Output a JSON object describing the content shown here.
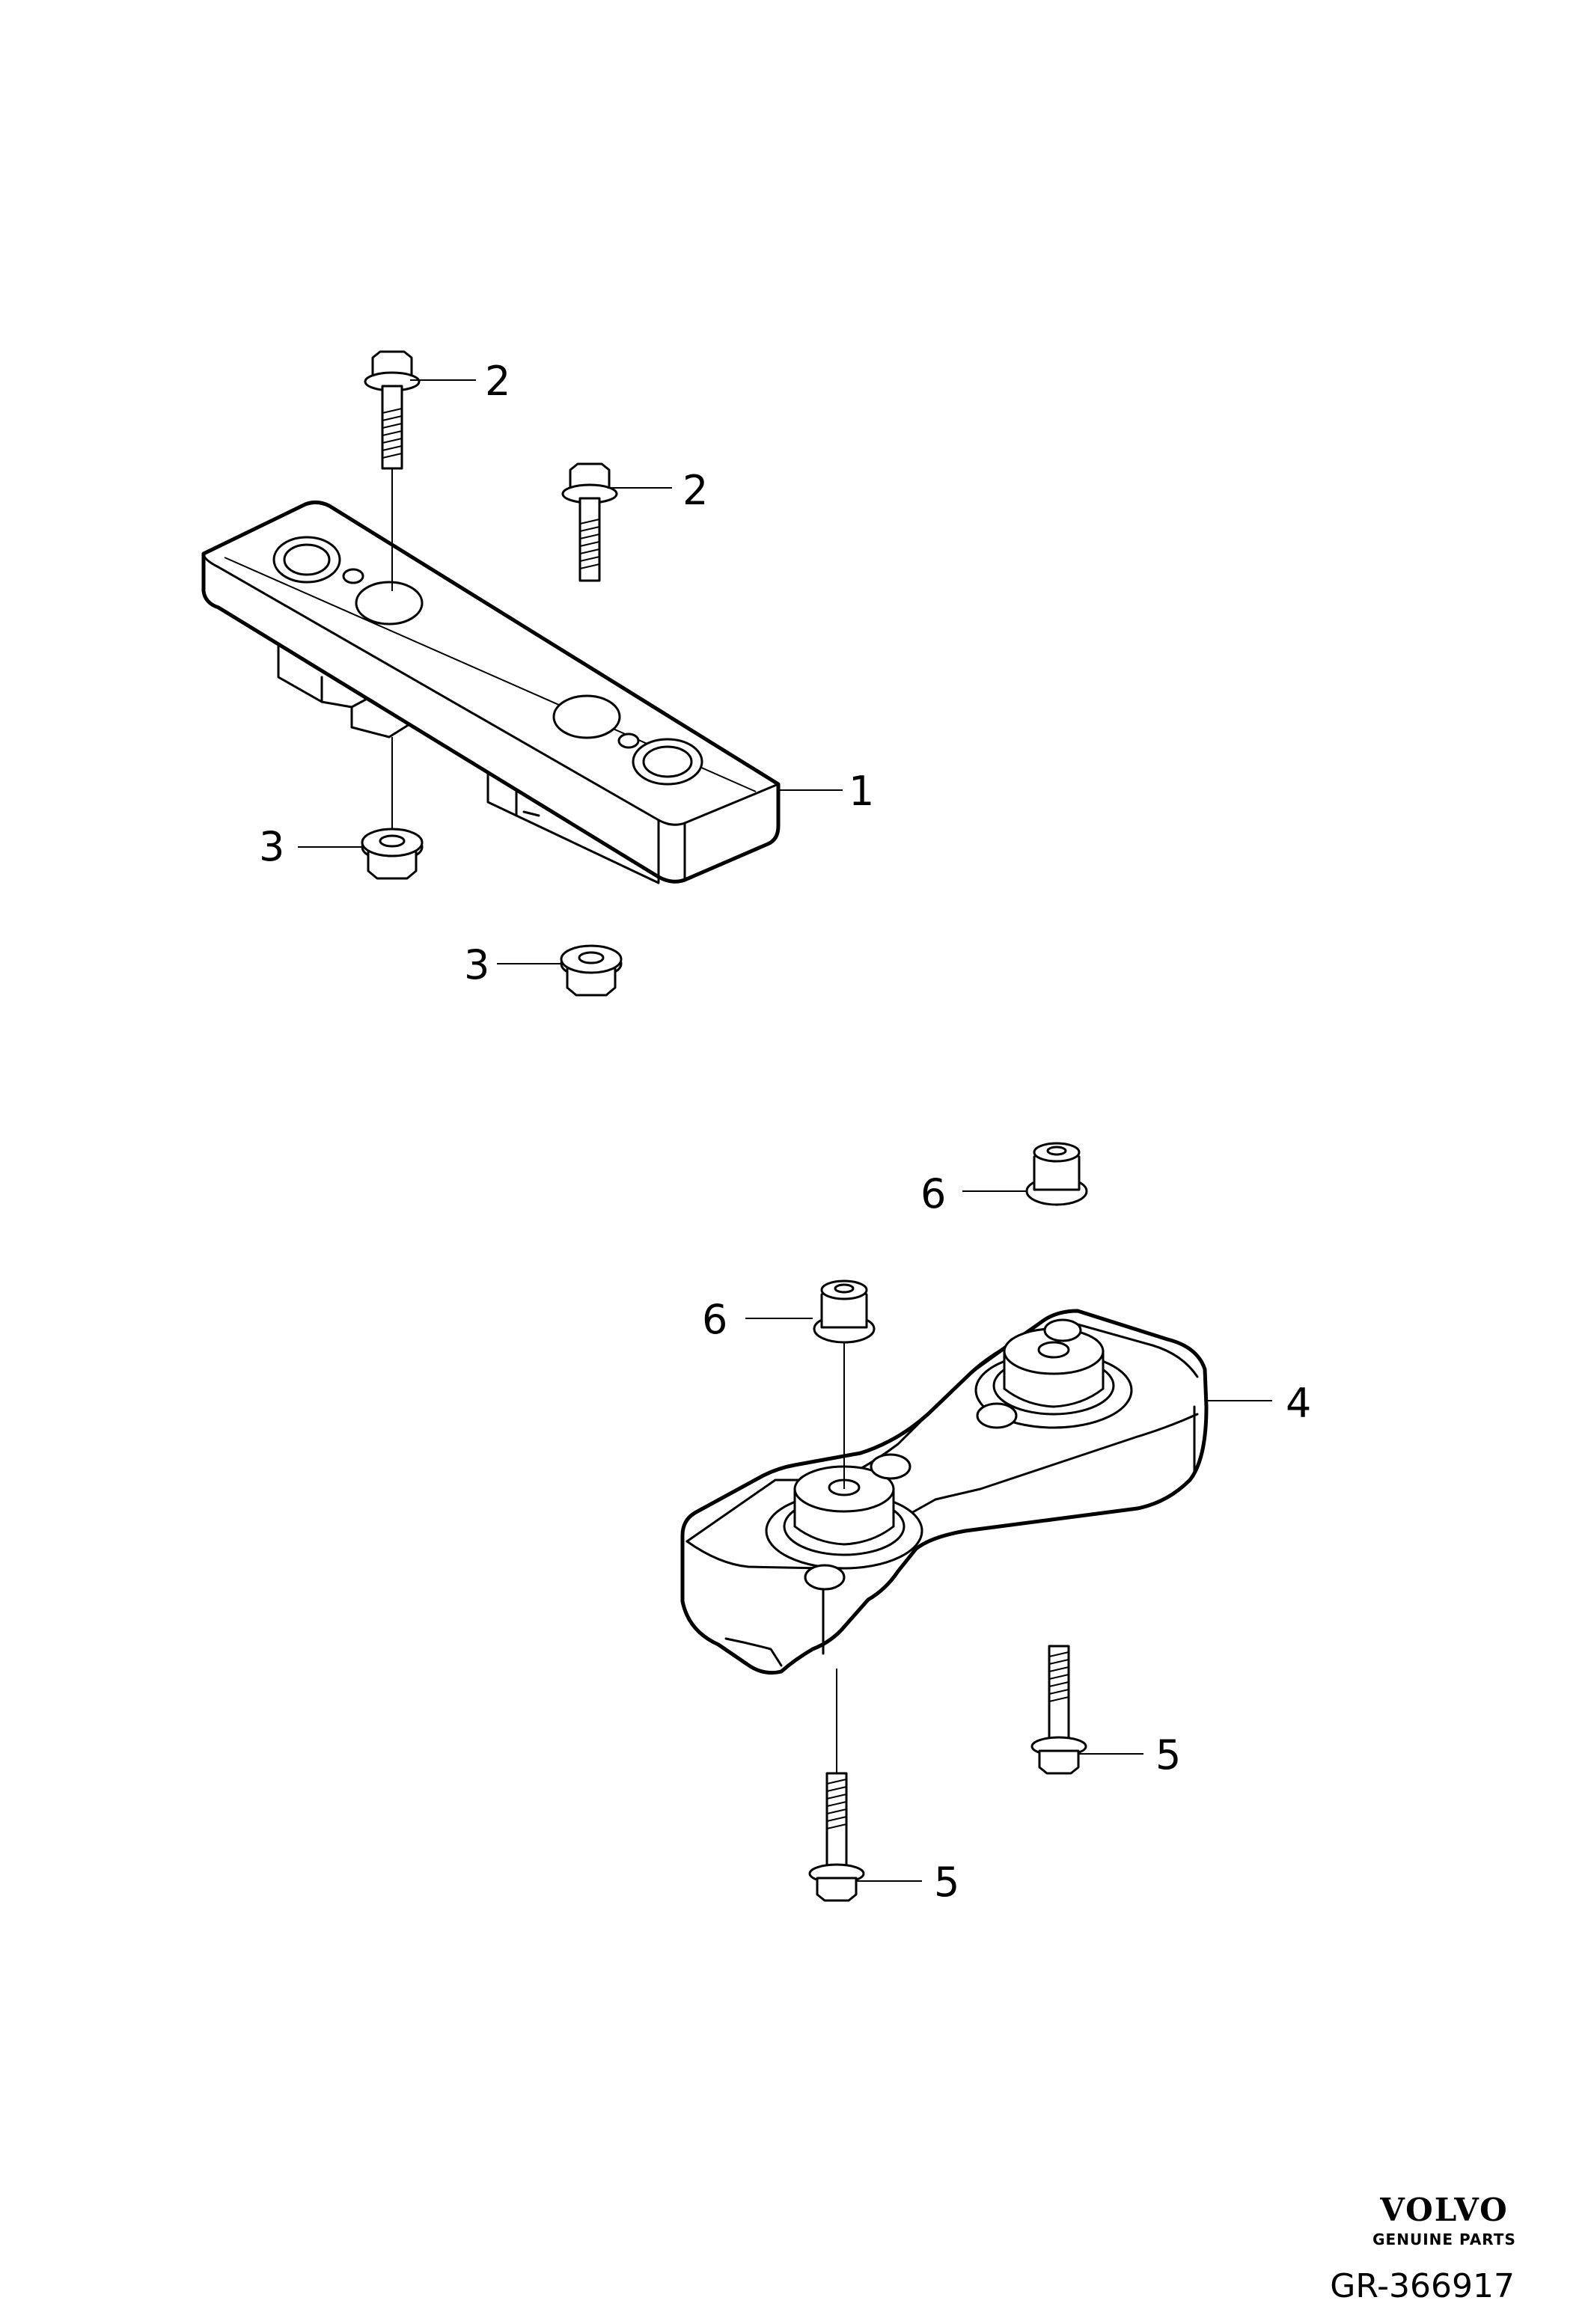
{
  "callouts": [
    {
      "id": "callout-2a",
      "text": "2"
    },
    {
      "id": "callout-2b",
      "text": "2"
    },
    {
      "id": "callout-1",
      "text": "1"
    },
    {
      "id": "callout-3a",
      "text": "3"
    },
    {
      "id": "callout-3b",
      "text": "3"
    },
    {
      "id": "callout-6a",
      "text": "6"
    },
    {
      "id": "callout-6b",
      "text": "6"
    },
    {
      "id": "callout-4",
      "text": "4"
    },
    {
      "id": "callout-5a",
      "text": "5"
    },
    {
      "id": "callout-5b",
      "text": "5"
    }
  ],
  "branding": {
    "logo_text": "VOLVO",
    "tagline": "GENUINE PARTS",
    "reference": "GR-366917"
  }
}
